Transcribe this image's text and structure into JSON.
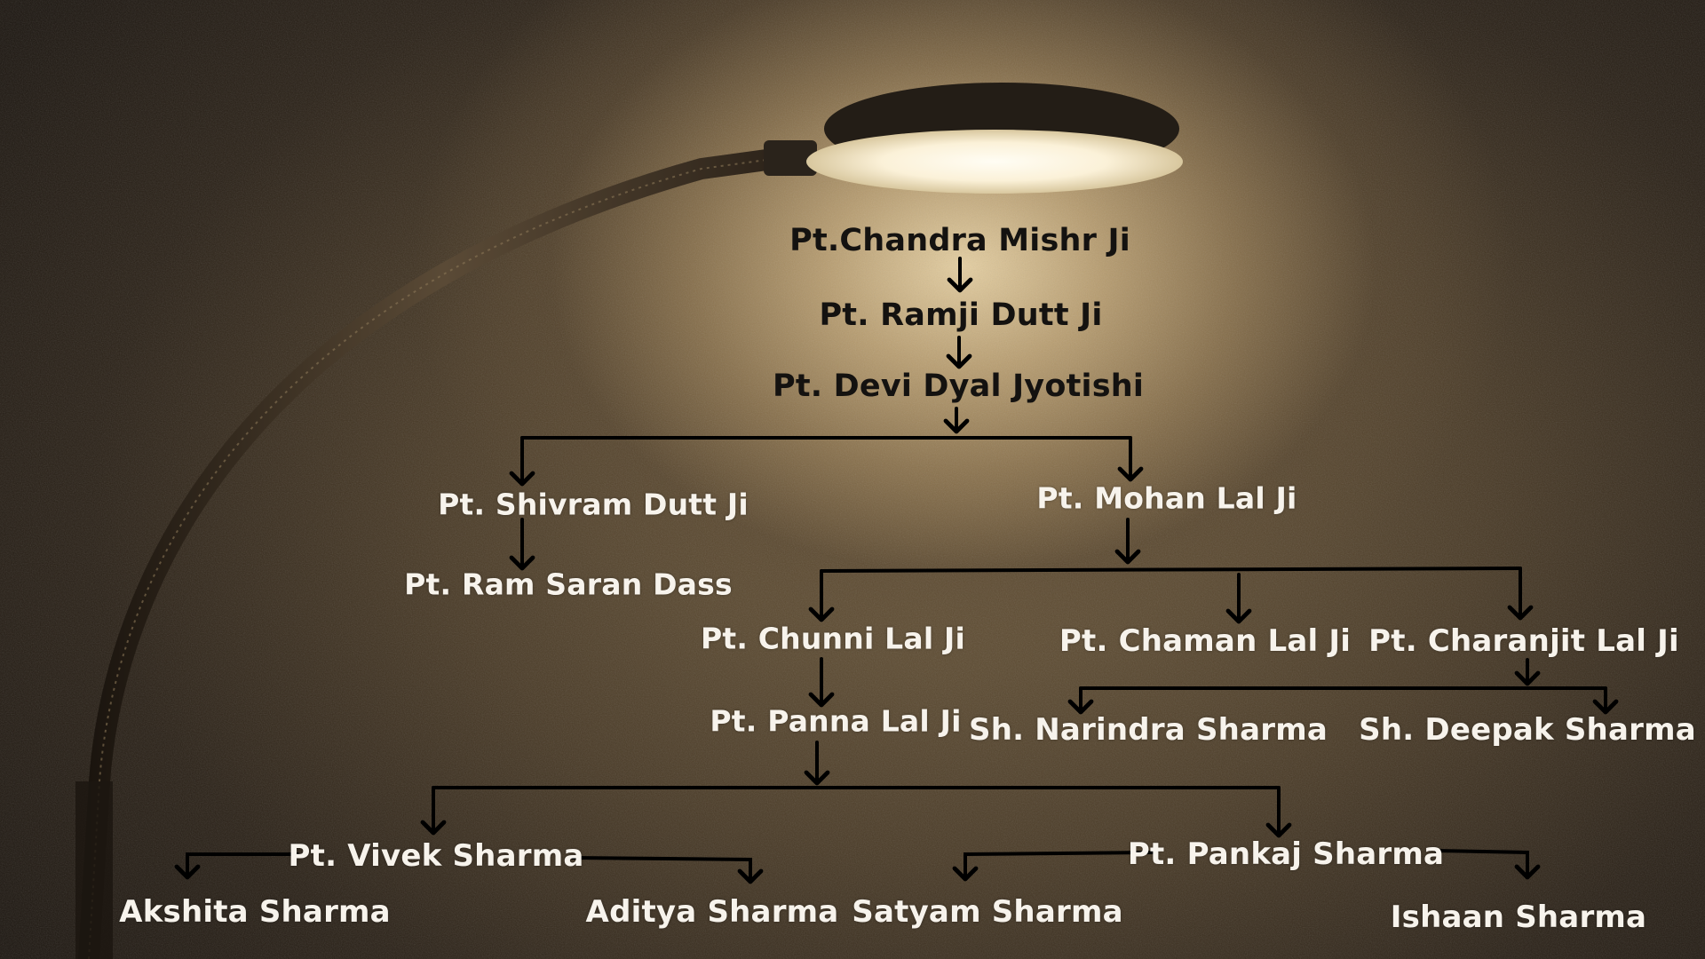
{
  "tree": {
    "gen1": {
      "name": "Pt.Chandra Mishr Ji"
    },
    "gen2": {
      "name": "Pt. Ramji Dutt Ji"
    },
    "gen3": {
      "name": "Pt. Devi Dyal Jyotishi"
    },
    "gen4": {
      "shivram": "Pt. Shivram Dutt Ji",
      "mohan": "Pt. Mohan Lal Ji"
    },
    "gen5": {
      "ram_saran": "Pt. Ram Saran Dass",
      "chunni": "Pt. Chunni Lal Ji",
      "chaman": "Pt. Chaman Lal Ji",
      "charanjit": "Pt. Charanjit Lal Ji"
    },
    "gen6": {
      "panna": "Pt. Panna Lal Ji",
      "narindra": "Sh. Narindra Sharma",
      "deepak": "Sh. Deepak Sharma"
    },
    "gen7": {
      "vivek": "Pt. Vivek Sharma",
      "pankaj": "Pt. Pankaj Sharma"
    },
    "gen8": {
      "akshita": "Akshita Sharma",
      "aditya": "Aditya Sharma",
      "satyam": "Satyam Sharma",
      "ishaan": "Ishaan Sharma"
    }
  },
  "colors": {
    "top_text": "#141210",
    "lower_text": "#f7f3ec",
    "connector": "#000000"
  }
}
